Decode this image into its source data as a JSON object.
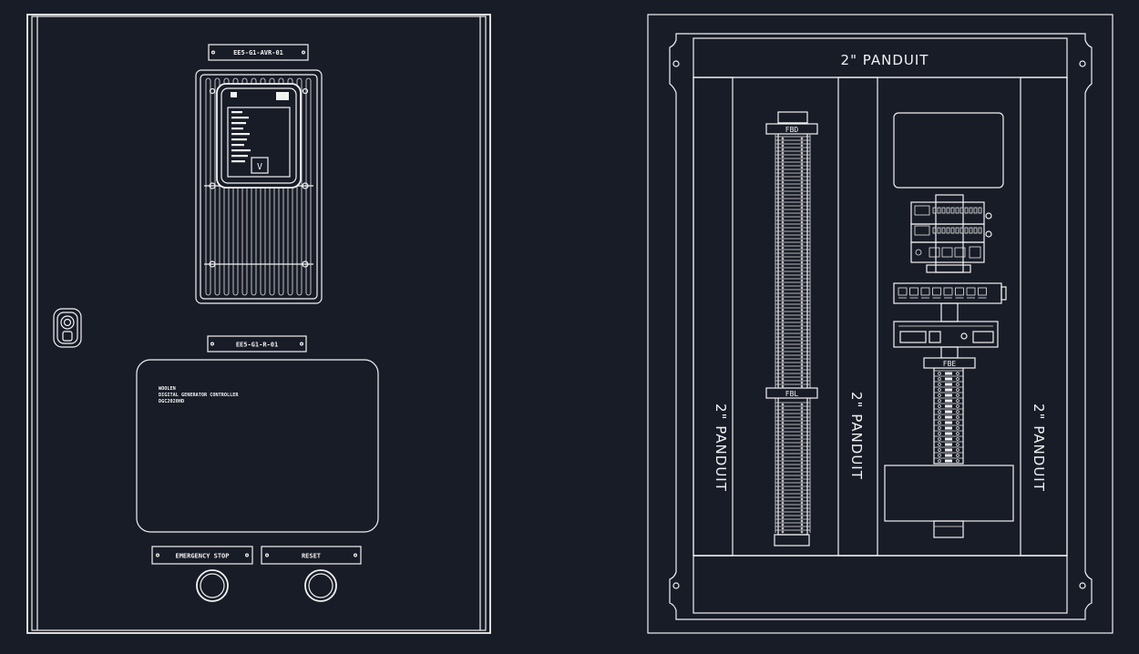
{
  "front_panel": {
    "top_nameplate": "EE5-G1-AVR-01",
    "middle_nameplate": "EE5-G1-R-01",
    "controller_lines": [
      "WOOLEN",
      "DIGITAL GENERATOR CONTROLLER",
      "DGC2020HD"
    ],
    "button_labels": [
      "EMERGENCY STOP",
      "RESET"
    ]
  },
  "backplate": {
    "top_duct_label": "2\" PANDUIT",
    "left_duct_label": "2\" PANDUIT",
    "center_duct_label": "2\" PANDUIT",
    "right_duct_label": "2\" PANDUIT",
    "terminal_block_labels": [
      "FBD",
      "FBL",
      "FBE"
    ]
  },
  "colors": {
    "background": "#181c27",
    "lines": "#f2f2f2"
  }
}
